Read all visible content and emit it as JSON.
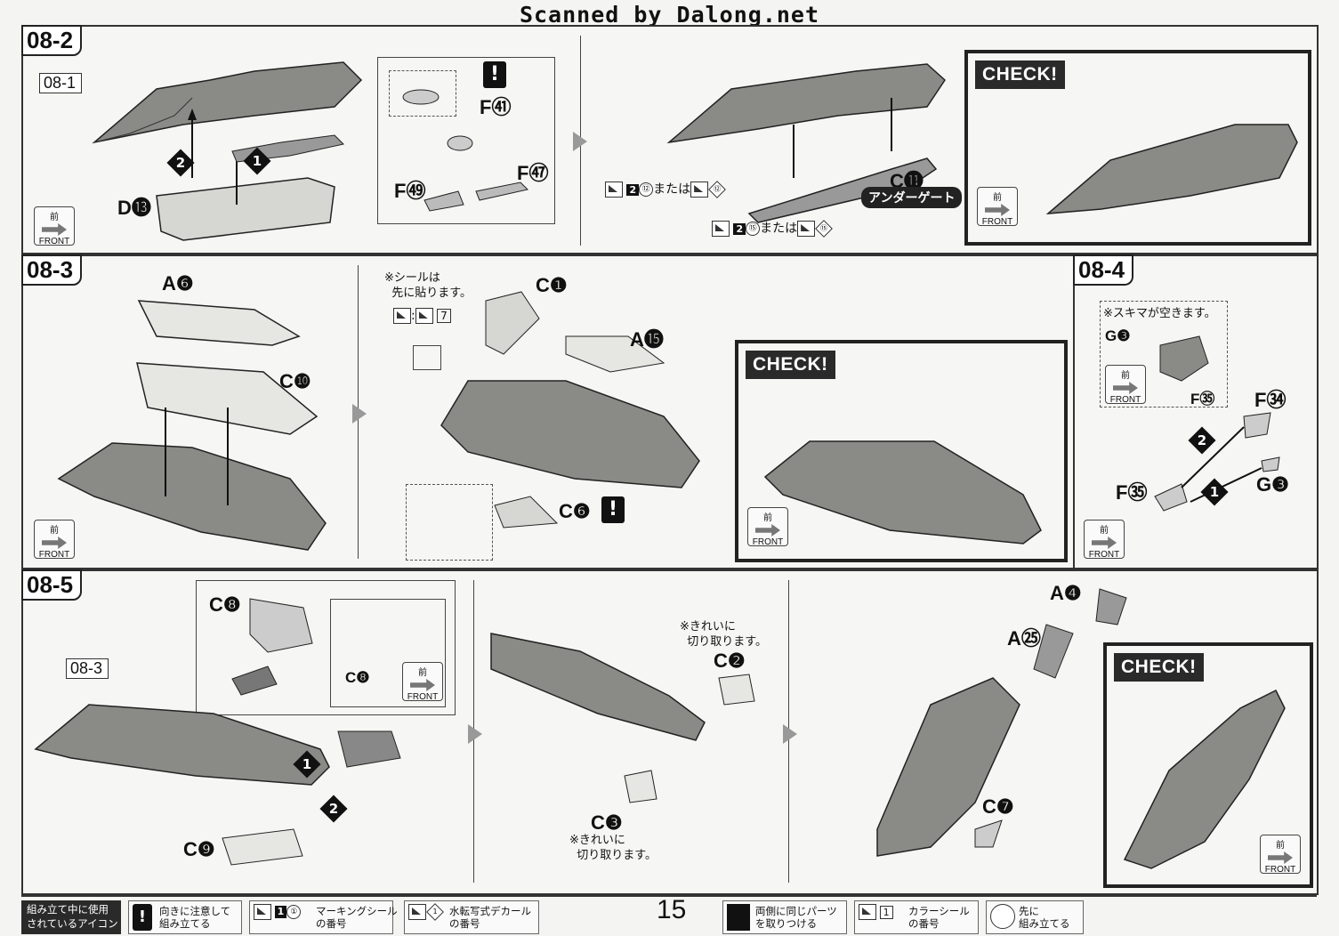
{
  "header": {
    "scan_credit": "Scanned by Dalong.net"
  },
  "page_number": "15",
  "steps": {
    "s08_2": {
      "label": "08-2",
      "ref": "08-1",
      "parts": {
        "d13": "D⓭",
        "f41": "F㊶",
        "f49": "F㊾",
        "f47": "F㊼",
        "c11": "C⓫"
      },
      "under_gate": "アンダーゲート",
      "decal_row_1": {
        "num": "2",
        "circ": "⑫",
        "mata": "または",
        "diam": "⑫"
      },
      "decal_row_2": {
        "num": "2",
        "circ": "⑮",
        "mata": "または",
        "diam": "⑮"
      },
      "check": "CHECK!"
    },
    "s08_3": {
      "label": "08-3",
      "parts": {
        "a6": "A❻",
        "c10": "C❿",
        "c1": "C❶",
        "a15": "A⓯",
        "c6": "C❻"
      },
      "seal_note": "※シールは\n  先に貼ります。",
      "seal_num": "7",
      "check": "CHECK!"
    },
    "s08_4": {
      "label": "08-4",
      "gap_note": "※スキマが空きます。",
      "parts": {
        "g3a": "G❸",
        "f35a": "F㉟",
        "f34": "F㉞",
        "f35b": "F㉟",
        "g3b": "G❸"
      }
    },
    "s08_5": {
      "label": "08-5",
      "ref": "08-3",
      "parts": {
        "c8a": "C❽",
        "c8b": "C❽",
        "c9": "C❾",
        "c2": "C❷",
        "c3": "C❸",
        "a4": "A❹",
        "a25": "A㉕",
        "c7": "C❼"
      },
      "cut_note_1": "※きれいに\n  切り取ります。",
      "cut_note_2": "※きれいに\n  切り取ります。",
      "check": "CHECK!"
    }
  },
  "front_icon": {
    "mae": "前",
    "label": "FRONT"
  },
  "step_marks": {
    "one": "1",
    "two": "2"
  },
  "legend": {
    "title": "組み立て中に使用\nされているアイコン",
    "items": [
      {
        "key": "direction",
        "text": "向きに注意して\n組み立てる"
      },
      {
        "key": "marking",
        "text": "マーキングシール\nの番号",
        "sample": "1",
        "circ": "①"
      },
      {
        "key": "decal",
        "text": "水転写式デカール\nの番号",
        "diam": "1"
      },
      {
        "key": "both_sides",
        "text": "両側に同じパーツ\nを取りつける"
      },
      {
        "key": "color_seal",
        "text": "カラーシール\nの番号",
        "sample": "1"
      },
      {
        "key": "assemble_first",
        "text": "先に\n組み立てる"
      }
    ]
  }
}
